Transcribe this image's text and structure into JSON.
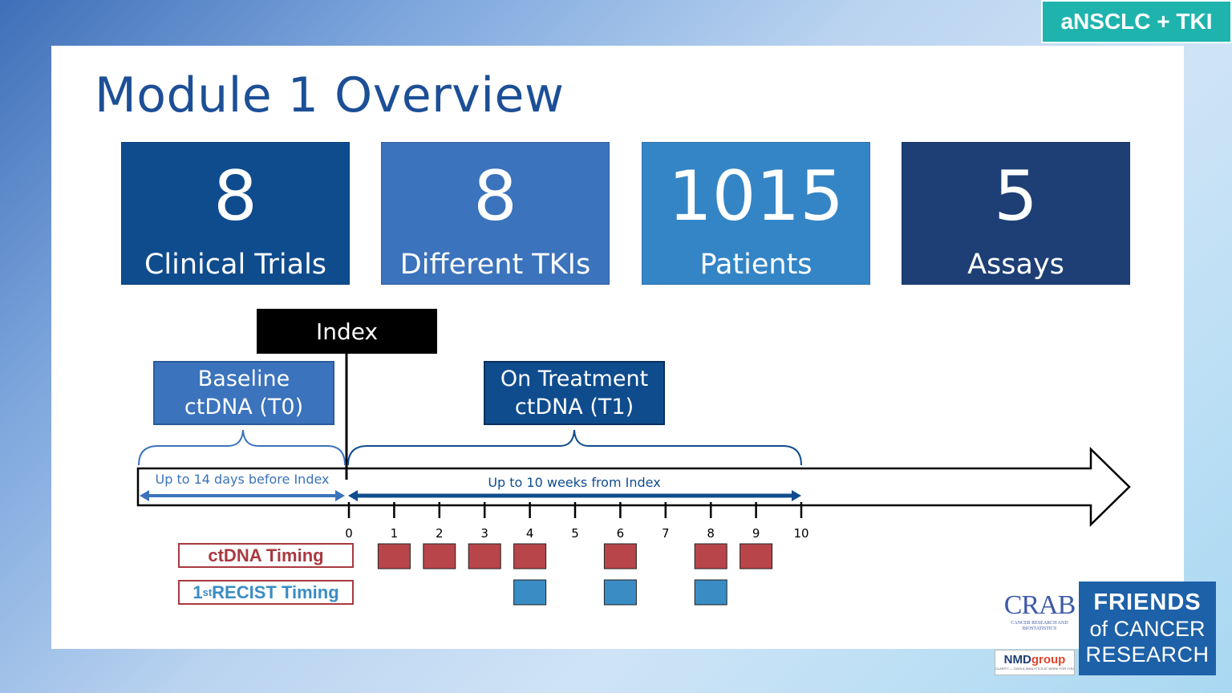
{
  "badge": "aNSCLC + TKI",
  "title": "Module 1 Overview",
  "stats": [
    {
      "value": "8",
      "label": "Clinical Trials",
      "color": "#0f4c8e"
    },
    {
      "value": "8",
      "label": "Different TKIs",
      "color": "#3b73bc"
    },
    {
      "value": "1015",
      "label": "Patients",
      "color": "#3485c6"
    },
    {
      "value": "5",
      "label": "Assays",
      "color": "#1e3f75"
    }
  ],
  "diagram": {
    "index_label": "Index",
    "baseline_label_1": "Baseline",
    "baseline_label_2": "ctDNA (T0)",
    "treatment_label_1": "On Treatment",
    "treatment_label_2": "ctDNA (T1)",
    "baseline_window": "Up to 14 days before Index",
    "treatment_window": "Up to 10 weeks from Index",
    "week_ticks": [
      "0",
      "1",
      "2",
      "3",
      "4",
      "5",
      "6",
      "7",
      "8",
      "9",
      "10"
    ],
    "ctdna_weeks": [
      1,
      2,
      3,
      4,
      6,
      8,
      9
    ],
    "recist_weeks": [
      4,
      6,
      8
    ],
    "ctdna_legend": "ctDNA Timing",
    "recist_legend_sup": "st",
    "recist_legend_pre": "1",
    "recist_legend_rest": " RECIST Timing",
    "colors": {
      "baseline_box": "#3b73bc",
      "treatment_box": "#0f4c8e",
      "ctdna_square": "#b8454a",
      "recist_square": "#3a8cc4",
      "legend_red": "#a8393f",
      "legend_blue": "#3a8cc4"
    }
  },
  "logos": {
    "crab_main": "CRAB",
    "crab_sub": "CANCER RESEARCH AND BIOSTATISTICS",
    "nmd_name_a": "NMD",
    "nmd_name_b": "group",
    "nmd_tag": "CLARITY — DATA & ANALYTICS AT WORK FOR YOU",
    "foc_line1": "FRIENDS",
    "foc_line2": "of CANCER",
    "foc_line3": "RESEARCH"
  }
}
